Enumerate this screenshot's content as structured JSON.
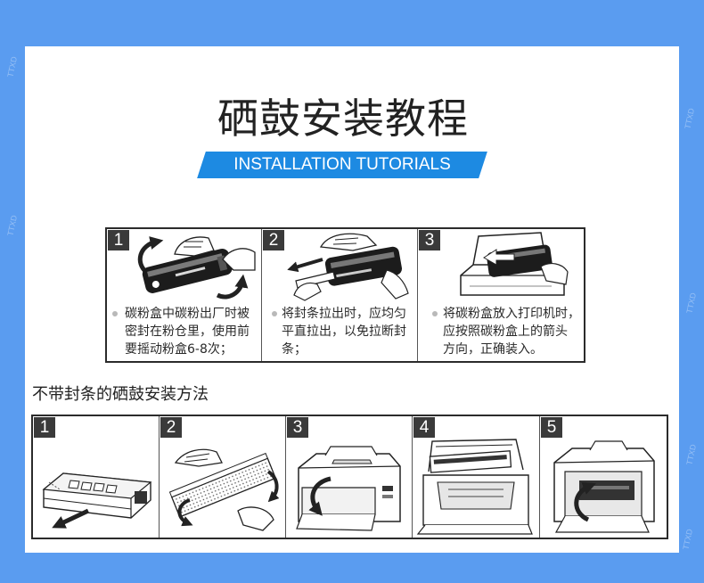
{
  "title": "硒鼓安装教程",
  "banner": "INSTALLATION TUTORIALS",
  "sealed_section": {
    "steps": [
      {
        "number": "1",
        "lines": [
          "碳粉盒中碳粉出厂时被",
          "密封在粉仓里，使用前",
          "要摇动粉盒6-8次；"
        ]
      },
      {
        "number": "2",
        "lines": [
          "将封条拉出时，应均匀",
          "平直拉出，以免拉断封",
          "条；"
        ]
      },
      {
        "number": "3",
        "lines": [
          "将碳粉盒放入打印机时，",
          "应按照碳粉盒上的箭头",
          "方向，正确装入。"
        ]
      }
    ]
  },
  "unsealed_section": {
    "heading": "不带封条的硒鼓安装方法",
    "steps": [
      {
        "number": "1"
      },
      {
        "number": "2"
      },
      {
        "number": "3"
      },
      {
        "number": "4"
      },
      {
        "number": "5"
      }
    ]
  },
  "watermark": "TTXD",
  "colors": {
    "background": "#5a9cf0",
    "card": "#ffffff",
    "banner": "#1d8ae2",
    "badge": "#3a3a3a",
    "border": "#2b2b2b",
    "text": "#222222"
  }
}
